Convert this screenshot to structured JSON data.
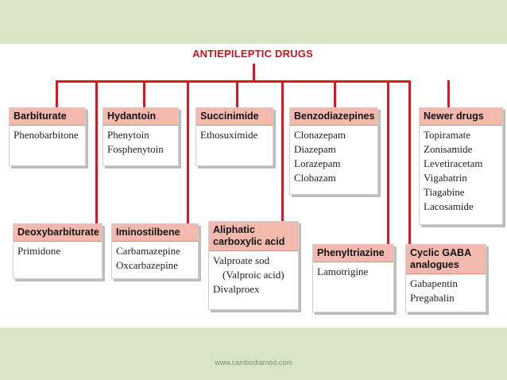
{
  "title": "ANTIEPILEPTIC DRUGS",
  "footer": "www.cambodiamed.com",
  "colors": {
    "connector": "#e0161e",
    "header_fill": "#f4b9ae",
    "title": "#c8141c",
    "band": "#d8e5c7"
  },
  "groups": [
    {
      "name": "Barbiturate",
      "items": [
        "Phenobarbitone"
      ]
    },
    {
      "name": "Hydantoin",
      "items": [
        "Phenytoin",
        "Fosphenytoin"
      ]
    },
    {
      "name": "Succinimide",
      "items": [
        "Ethosuximide"
      ]
    },
    {
      "name": "Benzodiazepines",
      "items": [
        "Clonazepam",
        "Diazepam",
        "Lorazepam",
        "Clobazam"
      ]
    },
    {
      "name": "Newer drugs",
      "items": [
        "Topiramate",
        "Zonisamide",
        "Levetiracetam",
        "Vigabatrin",
        "Tiagabine",
        "Lacosamide"
      ]
    },
    {
      "name": "Deoxybarbiturate",
      "items": [
        "Primidone"
      ]
    },
    {
      "name": "Iminostilbene",
      "items": [
        "Carbamazepine",
        "Oxcarbazepine"
      ]
    },
    {
      "name_line1": "Aliphatic",
      "name_line2": "carboxylic acid",
      "items": [
        "Valproate sod",
        "(Valproic acid)",
        "Divalproex"
      ]
    },
    {
      "name": "Phenyltriazine",
      "items": [
        "Lamotrigine"
      ]
    },
    {
      "name_line1": "Cyclic GABA",
      "name_line2": "analogues",
      "items": [
        "Gabapentin",
        "Pregabalin"
      ]
    }
  ]
}
